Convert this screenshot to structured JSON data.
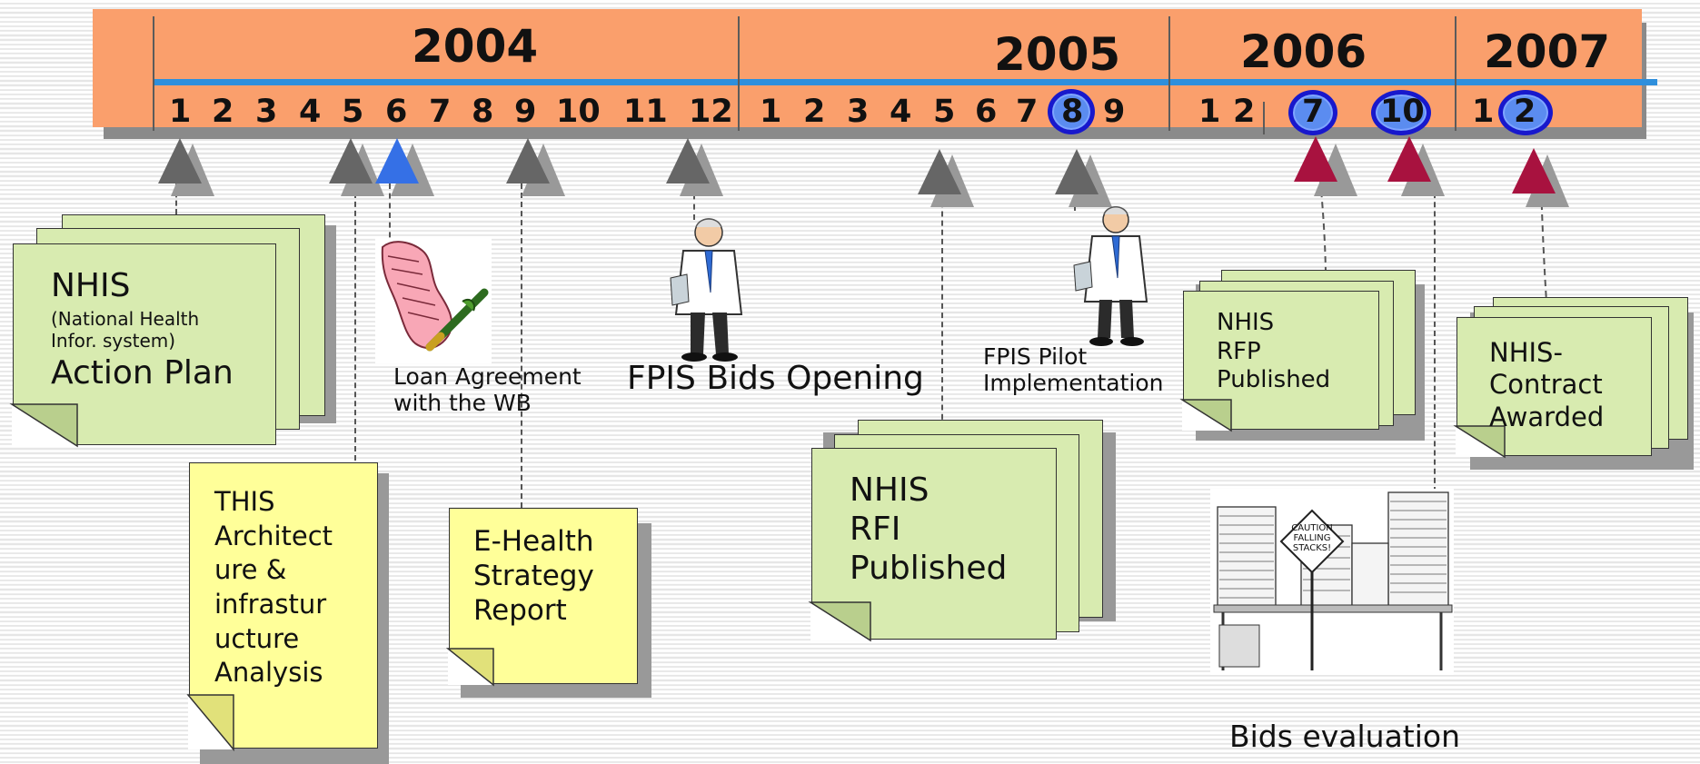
{
  "timeline": {
    "years": [
      {
        "label": "2004",
        "months": [
          "1",
          "2",
          "3",
          "4",
          "5",
          "6",
          "7",
          "8",
          "9",
          "10",
          "11",
          "12"
        ]
      },
      {
        "label": "2005",
        "months": [
          "1",
          "2",
          "3",
          "4",
          "5",
          "6",
          "7",
          "8",
          "9"
        ]
      },
      {
        "label": "2006",
        "months": [
          "1",
          "2",
          "7",
          "10"
        ]
      },
      {
        "label": "2007",
        "months": [
          "1",
          "2"
        ]
      }
    ],
    "highlighted_months": [
      "2005-8",
      "2006-7",
      "2006-10",
      "2007-2"
    ]
  },
  "milestones": {
    "action_plan": {
      "title": "NHIS",
      "subtitle": "(National Health\nInfor. system)",
      "line2": "Action Plan"
    },
    "architecture": {
      "text": "THIS\nArchitect\nure &\ninfrastur\nucture\nAnalysis"
    },
    "loan": {
      "text": "Loan Agreement\nwith the WB"
    },
    "ehealth": {
      "text": "E-Health\nStrategy\nReport"
    },
    "fpis_bids": {
      "text": "FPIS Bids Opening"
    },
    "rfi": {
      "text": "NHIS\nRFI\nPublished"
    },
    "fpis_pilot": {
      "text": "FPIS Pilot\nImplementation"
    },
    "rfp": {
      "text": "NHIS\n RFP\nPublished"
    },
    "bids_eval": {
      "text": "Bids evaluation"
    },
    "contract": {
      "text": "NHIS-\nContract\nAwarded"
    },
    "caution_sign": {
      "text": "CAUTION\nFALLING\nSTACKS!"
    }
  },
  "colors": {
    "band": "#fa9f6c",
    "rule": "#2f8fdc",
    "note_green": "#d8ebb0",
    "note_yellow": "#ffff99",
    "marker_grey": "#666666",
    "marker_blue": "#3570e6",
    "marker_red": "#a8123f",
    "highlight_ring": "#1818cc"
  },
  "icons": [
    "scroll-pen-icon",
    "doctor-icon",
    "paper-stacks-icon"
  ]
}
